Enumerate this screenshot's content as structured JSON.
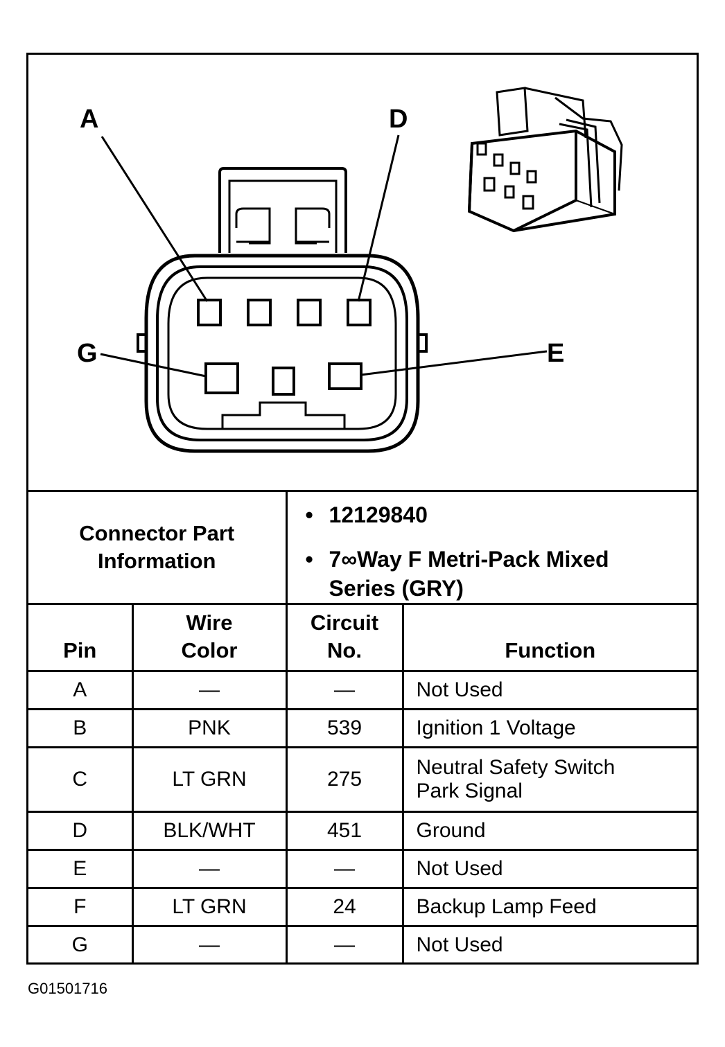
{
  "pin_labels": [
    "A",
    "D",
    "G",
    "E"
  ],
  "connector_info": {
    "label_line1": "Connector Part",
    "label_line2": "Information",
    "part_number": "12129840",
    "description_line1": "7∞Way F Metri-Pack Mixed",
    "description_line2": "Series (GRY)"
  },
  "table": {
    "headers": {
      "pin": "Pin",
      "wire_color_1": "Wire",
      "wire_color_2": "Color",
      "circuit_1": "Circuit",
      "circuit_2": "No.",
      "function": "Function"
    },
    "rows": [
      {
        "pin": "A",
        "wire": "—",
        "circuit": "—",
        "function": "Not Used"
      },
      {
        "pin": "B",
        "wire": "PNK",
        "circuit": "539",
        "function": "Ignition 1 Voltage"
      },
      {
        "pin": "C",
        "wire": "LT GRN",
        "circuit": "275",
        "function": "Neutral Safety Switch",
        "function2": "Park Signal"
      },
      {
        "pin": "D",
        "wire": "BLK/WHT",
        "circuit": "451",
        "function": "Ground"
      },
      {
        "pin": "E",
        "wire": "—",
        "circuit": "—",
        "function": "Not Used"
      },
      {
        "pin": "F",
        "wire": "LT GRN",
        "circuit": "24",
        "function": "Backup Lamp Feed"
      },
      {
        "pin": "G",
        "wire": "—",
        "circuit": "—",
        "function": "Not Used"
      }
    ]
  },
  "footer_code": "G01501716"
}
